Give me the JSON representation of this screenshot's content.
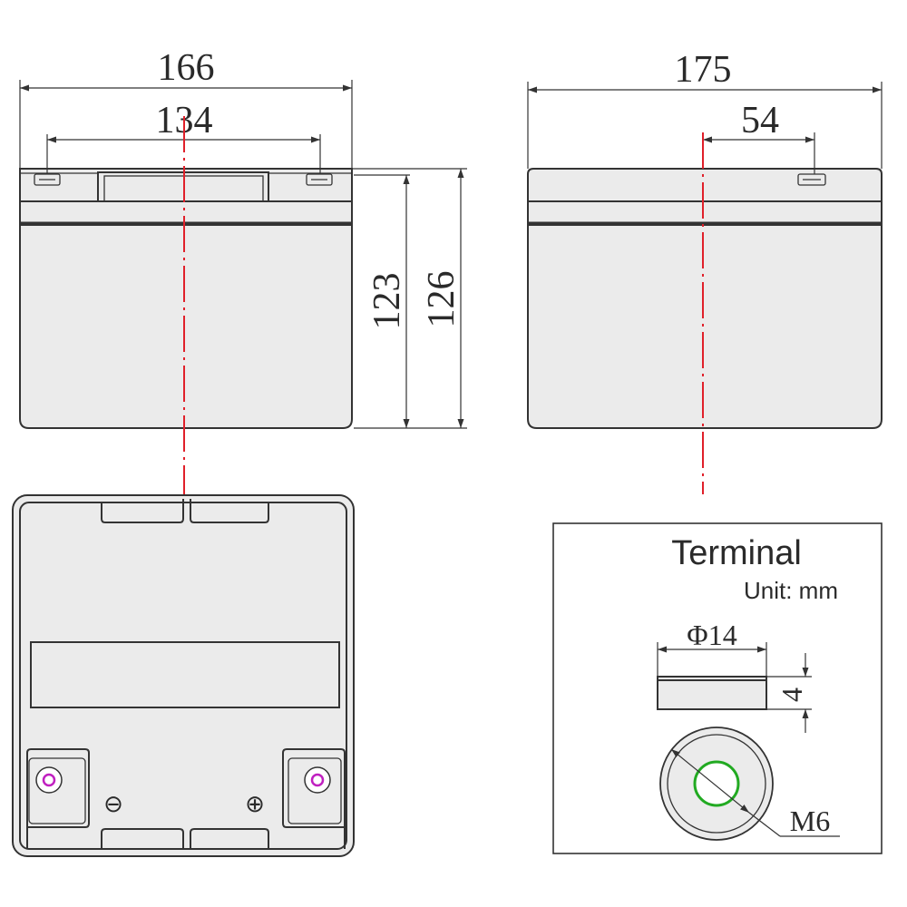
{
  "front_view": {
    "width_label": "166",
    "terminal_spacing_label": "134",
    "case_height_label": "123",
    "total_height_label": "126"
  },
  "side_view": {
    "length_label": "175",
    "terminal_offset_label": "54"
  },
  "top_view": {
    "negative_symbol": "⊖",
    "positive_symbol": "⊕"
  },
  "terminal_detail": {
    "title": "Terminal",
    "unit": "Unit: mm",
    "diameter_label": "Φ14",
    "thickness_label": "4",
    "bolt_label": "M6"
  },
  "colors": {
    "centerline": "#e0202a",
    "terminal_ring": "#22aa22",
    "terminal_post": "#c020c0",
    "line": "#333333",
    "fill": "#ebebeb"
  }
}
